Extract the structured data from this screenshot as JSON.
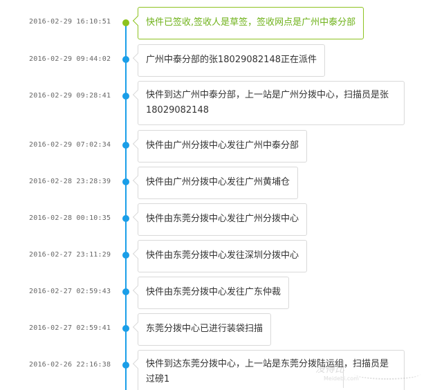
{
  "entries": [
    {
      "time": "2016-02-29 16:10:51",
      "text": "快件已签收,签收人是草签，签收网点是广州中泰分部",
      "latest": true
    },
    {
      "time": "2016-02-29 09:44:02",
      "text": "广州中泰分部的张18029082148正在派件",
      "latest": false
    },
    {
      "time": "2016-02-29 09:28:41",
      "text": "快件到达广州中泰分部，上一站是广州分拨中心，扫描员是张18029082148",
      "latest": false
    },
    {
      "time": "2016-02-29 07:02:34",
      "text": "快件由广州分拨中心发往广州中泰分部",
      "latest": false
    },
    {
      "time": "2016-02-28 23:28:39",
      "text": "快件由广州分拨中心发往广州黄埔仓",
      "latest": false
    },
    {
      "time": "2016-02-28 00:10:35",
      "text": "快件由东莞分拨中心发往广州分拨中心",
      "latest": false
    },
    {
      "time": "2016-02-27 23:11:29",
      "text": "快件由东莞分拨中心发往深圳分拨中心",
      "latest": false
    },
    {
      "time": "2016-02-27 02:59:43",
      "text": "快件由东莞分拨中心发往广东仲裁",
      "latest": false
    },
    {
      "time": "2016-02-27 02:59:41",
      "text": "东莞分拨中心已进行装袋扫描",
      "latest": false
    },
    {
      "time": "2016-02-26 22:16:38",
      "text": "快件到达东莞分拨中心，上一站是东莞分拨陆运组，扫描员是过磅1",
      "latest": false
    }
  ],
  "colors": {
    "axis": "#1a9ee8",
    "latest": "#8dc21f",
    "border": "#d9d9d9"
  },
  "watermark": {
    "main": "没得比",
    "sub": "Meidebi.com"
  }
}
